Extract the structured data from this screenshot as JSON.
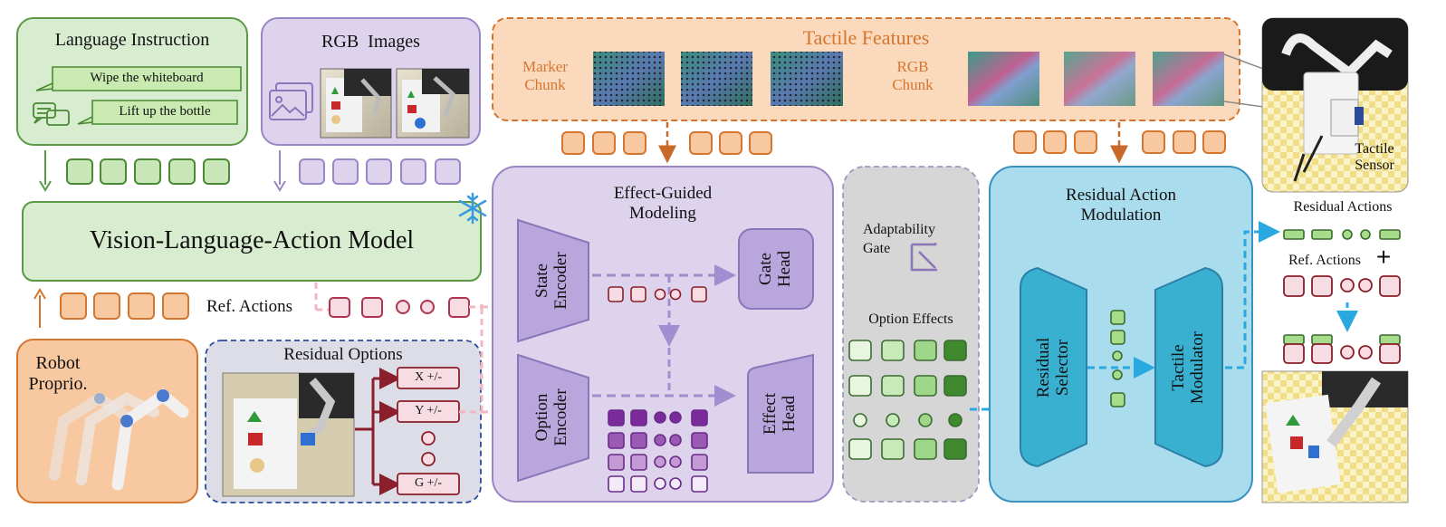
{
  "language": {
    "title": "Language Instruction",
    "instructions": [
      "Wipe the whiteboard",
      "Lift up the bottle"
    ]
  },
  "rgb": {
    "title": "RGB  Images"
  },
  "tactile": {
    "title": "Tactile Features",
    "marker_chunk": "Marker\nChunk",
    "rgb_chunk": "RGB\nChunk",
    "sensor_label": "Tactile\nSensor"
  },
  "vla": {
    "title": "Vision-Language-Action Model"
  },
  "proprio": {
    "title": "Robot\nProprio."
  },
  "ref_actions": {
    "label": "Ref. Actions"
  },
  "residual_options": {
    "title": "Residual Options",
    "options": [
      "X +/-",
      "Y +/-",
      "G +/-"
    ]
  },
  "effect_guided": {
    "title": "Effect-Guided\nModeling",
    "state_encoder": "State\nEncoder",
    "option_encoder": "Option\nEncoder",
    "gate_head": "Gate\nHead",
    "effect_head": "Effect\nHead"
  },
  "gate_panel": {
    "adaptability_gate": "Adaptability\nGate",
    "option_effects": "Option Effects"
  },
  "modulation": {
    "title": "Residual Action\nModulation",
    "residual_selector": "Residual\nSelector",
    "tactile_modulator": "Tactile\nModulator"
  },
  "output": {
    "residual_actions": "Residual Actions",
    "ref_actions": "Ref. Actions",
    "plus": "+"
  },
  "colors": {
    "green_fill": "#d8ecd0",
    "green_stroke": "#5a9a45",
    "purple_fill": "#ddd3ec",
    "purple_stroke": "#9a86c4",
    "orange_fill": "#f8d2b0",
    "orange_stroke": "#d4762f",
    "pink_fill": "#f7dde3",
    "pink_stroke": "#b03450",
    "blue_fill": "#a9dcec",
    "blue_stroke": "#3a90c0",
    "dark_red": "#8a1e2a",
    "cyan_arrow": "#2aa8e0"
  }
}
